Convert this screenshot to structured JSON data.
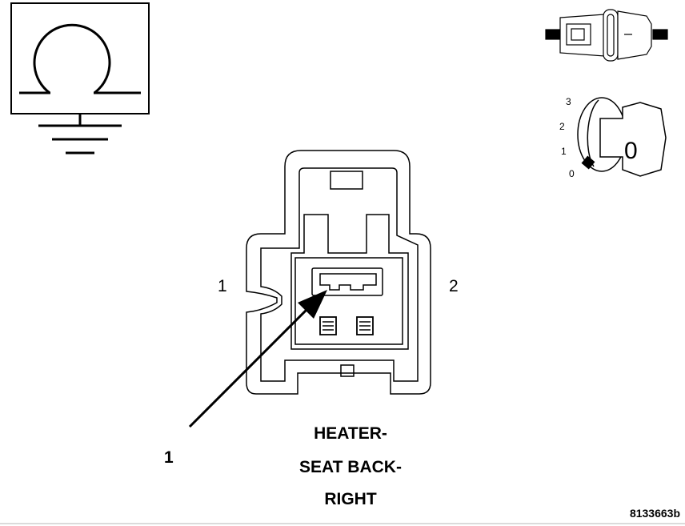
{
  "connector": {
    "pin_left": "1",
    "pin_right": "2"
  },
  "callout": {
    "number": "1"
  },
  "caption": {
    "line1": "HEATER-",
    "line2": "SEAT BACK-",
    "line3": "RIGHT"
  },
  "ignition": {
    "positions": [
      "3",
      "2",
      "1",
      "0"
    ],
    "key_label": "0"
  },
  "figure_id": "8133663b",
  "icons": {
    "ground_resistance": "ohm-ground-icon",
    "fuse": "fuse-icon",
    "ignition_switch": "ignition-key-icon"
  }
}
